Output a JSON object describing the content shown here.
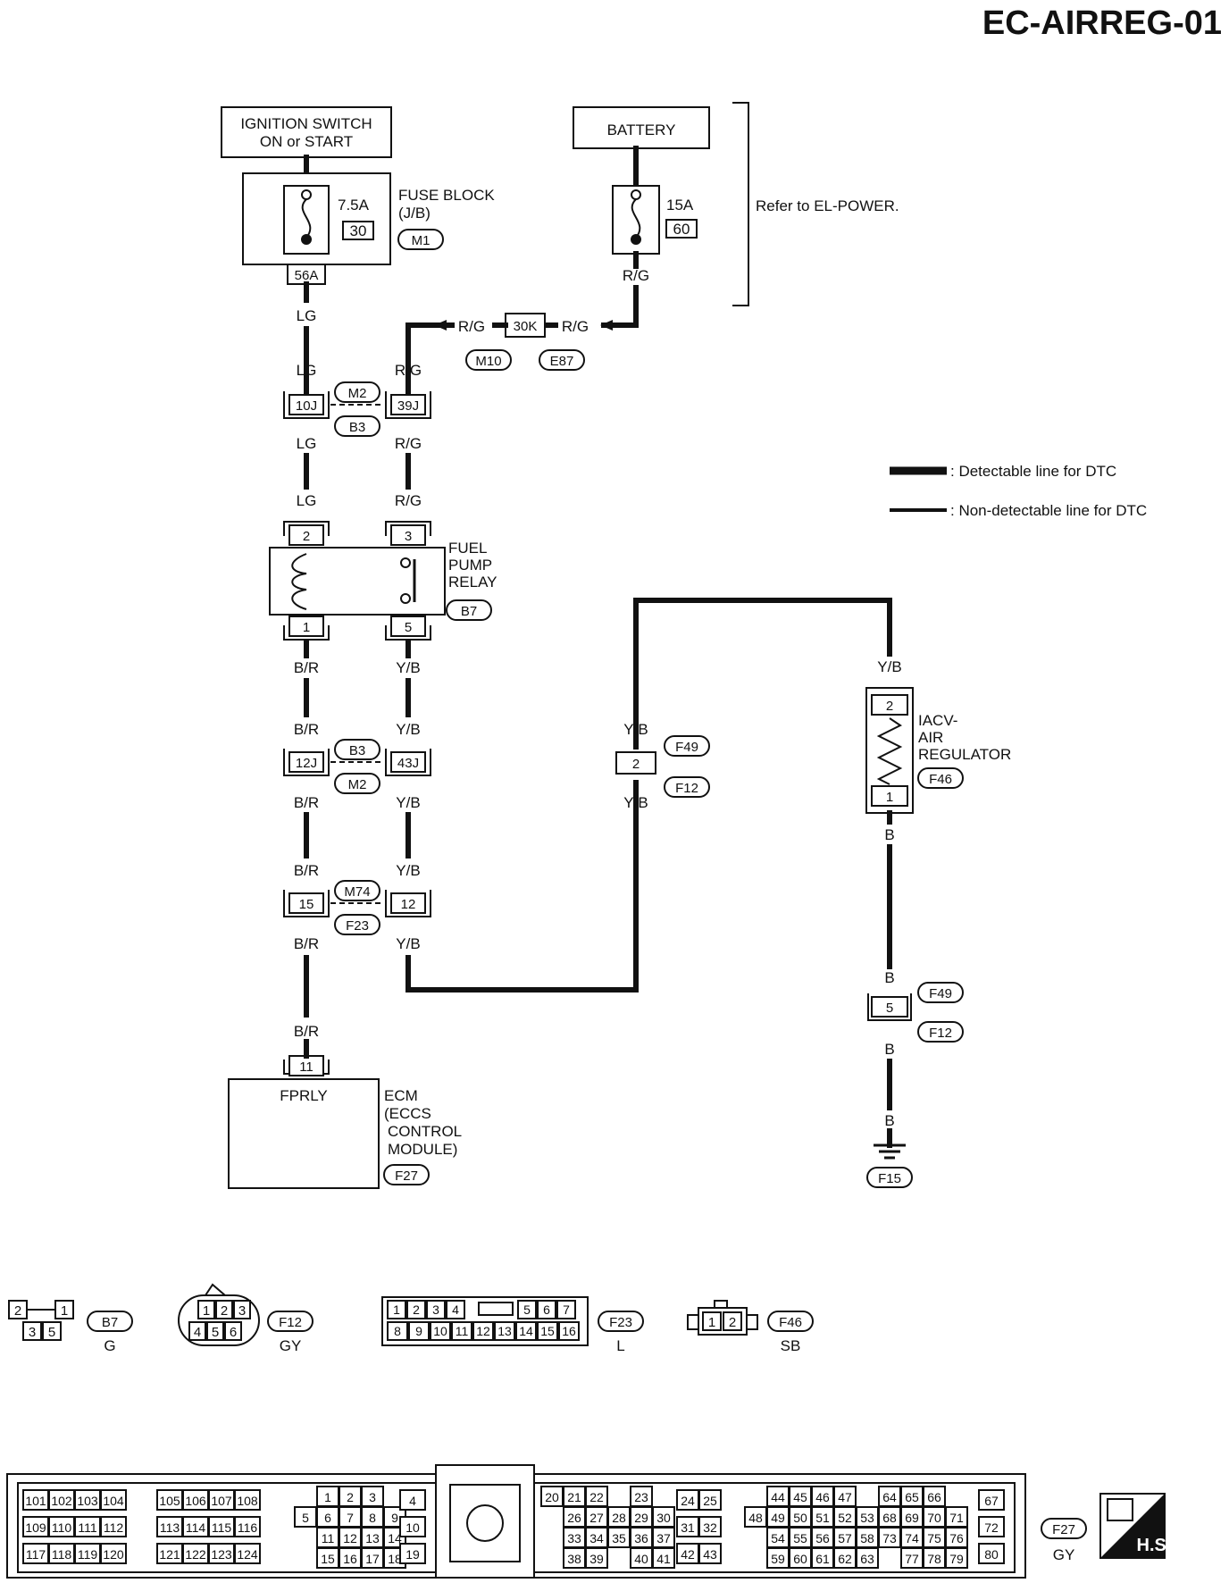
{
  "title": "EC-AIRREG-01",
  "ignition": {
    "line1": "IGNITION SWITCH",
    "line2": "ON or START"
  },
  "battery": "BATTERY",
  "fuse_block": {
    "line1": "FUSE BLOCK",
    "line2": "(J/B)",
    "amp": "7.5A",
    "num": "30",
    "conn": "M1",
    "term": "56A"
  },
  "fuse_batt": {
    "amp": "15A",
    "num": "60"
  },
  "refer": "Refer to EL-POWER.",
  "legend": {
    "detectable": ": Detectable line for DTC",
    "nondetectable": ": Non-detectable line for DTC"
  },
  "wire_colors": {
    "lg": "LG",
    "rg": "R/G",
    "br": "B/R",
    "yb": "Y/B",
    "b": "B"
  },
  "fusible_link": {
    "label": "30K",
    "conn_left": "M10",
    "conn_right": "E87"
  },
  "joint1": {
    "left": "10J",
    "right": "39J",
    "top": "M2",
    "bottom": "B3"
  },
  "relay": {
    "line1": "FUEL",
    "line2": "PUMP",
    "line3": "RELAY",
    "conn": "B7",
    "pin2": "2",
    "pin3": "3",
    "pin1": "1",
    "pin5": "5"
  },
  "joint2": {
    "left": "12J",
    "right": "43J",
    "top": "B3",
    "bottom": "M2"
  },
  "joint3": {
    "left": "15",
    "right": "12",
    "top": "M74",
    "bottom": "F23"
  },
  "mid_conn": {
    "pin": "2",
    "top": "F49",
    "bottom": "F12"
  },
  "iacv": {
    "line1": "IACV-",
    "line2": "AIR",
    "line3": "REGULATOR",
    "conn": "F46",
    "pin_top": "2",
    "pin_bottom": "1"
  },
  "ground_conn": {
    "pin": "5",
    "top": "F49",
    "bottom": "F12",
    "ground": "F15"
  },
  "ecm": {
    "pin": "11",
    "terminal": "FPRLY",
    "line1": "ECM",
    "line2": "(ECCS",
    "line3": "CONTROL",
    "line4": "MODULE)",
    "conn": "F27"
  },
  "connectors": {
    "b7": {
      "name": "B7",
      "color": "G",
      "row1": [
        "2",
        "1"
      ],
      "row2": [
        "3",
        "5"
      ]
    },
    "f12": {
      "name": "F12",
      "color": "GY",
      "row1": [
        "1",
        "2",
        "3"
      ],
      "row2": [
        "4",
        "5",
        "6"
      ]
    },
    "f23": {
      "name": "F23",
      "color": "L",
      "row1": [
        "1",
        "2",
        "3",
        "4",
        "5",
        "6",
        "7"
      ],
      "row2": [
        "8",
        "9",
        "10",
        "11",
        "12",
        "13",
        "14",
        "15",
        "16"
      ]
    },
    "f46": {
      "name": "F46",
      "color": "SB",
      "pins": [
        "1",
        "2"
      ]
    }
  },
  "ecm_connector": {
    "name": "F27",
    "color": "GY",
    "badge": "H.S.",
    "g1": [
      [
        "101",
        "102",
        "103",
        "104"
      ],
      [
        "109",
        "110",
        "111",
        "112"
      ],
      [
        "117",
        "118",
        "119",
        "120"
      ]
    ],
    "g2": [
      [
        "105",
        "106",
        "107",
        "108"
      ],
      [
        "113",
        "114",
        "115",
        "116"
      ],
      [
        "121",
        "122",
        "123",
        "124"
      ]
    ],
    "g3": [
      [
        "",
        "1",
        "2",
        "3",
        ""
      ],
      [
        "5",
        "6",
        "7",
        "8",
        "9"
      ],
      [
        "",
        "11",
        "12",
        "13",
        "14"
      ],
      [
        "",
        "15",
        "16",
        "17",
        "18"
      ]
    ],
    "g4": [
      [
        "4"
      ],
      [
        "10"
      ],
      [
        "19"
      ]
    ],
    "g5": [
      [
        "20",
        "21",
        "22",
        "",
        "23"
      ],
      [
        "",
        "26",
        "27",
        "28",
        "29",
        "30"
      ],
      [
        "",
        "33",
        "34",
        "35",
        "36",
        "37"
      ],
      [
        "",
        "38",
        "39",
        "",
        "40",
        "41"
      ]
    ],
    "g6": [
      [
        "24",
        "25"
      ],
      [
        "31",
        "32"
      ],
      [
        "42",
        "43"
      ]
    ],
    "g7": [
      [
        "",
        "44",
        "45",
        "46",
        "47",
        "",
        "64",
        "65",
        "66"
      ],
      [
        "48",
        "49",
        "50",
        "51",
        "52",
        "53",
        "68",
        "69",
        "70",
        "71"
      ],
      [
        "",
        "54",
        "55",
        "56",
        "57",
        "58",
        "73",
        "74",
        "75",
        "76"
      ],
      [
        "",
        "59",
        "60",
        "61",
        "62",
        "63",
        "",
        "77",
        "78",
        "79"
      ]
    ],
    "g8": [
      [
        "67"
      ],
      [
        "72"
      ],
      [
        "80"
      ]
    ]
  }
}
